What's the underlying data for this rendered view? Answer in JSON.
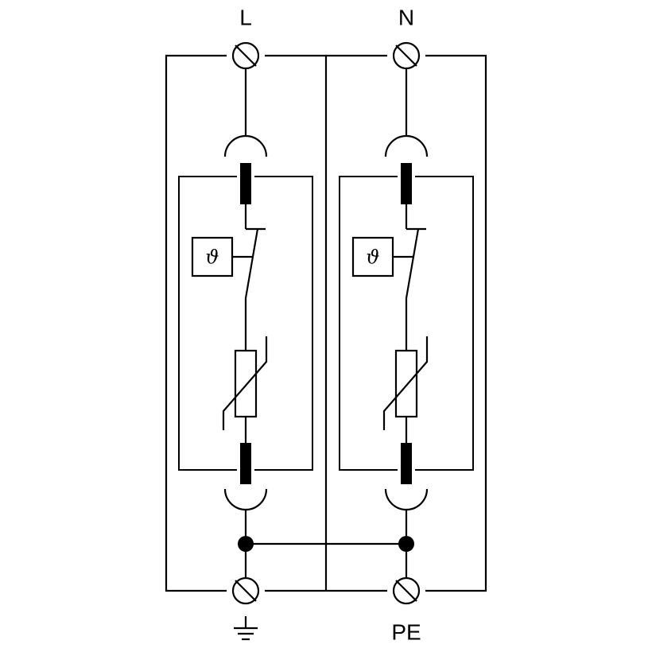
{
  "terminals": {
    "top_left": "L",
    "top_right": "N",
    "bottom_right": "PE",
    "bottom_left_symbol": "earth-ground-icon"
  },
  "thermal_symbol": "ϑ",
  "colors": {
    "line": "#000000",
    "background": "#ffffff"
  }
}
